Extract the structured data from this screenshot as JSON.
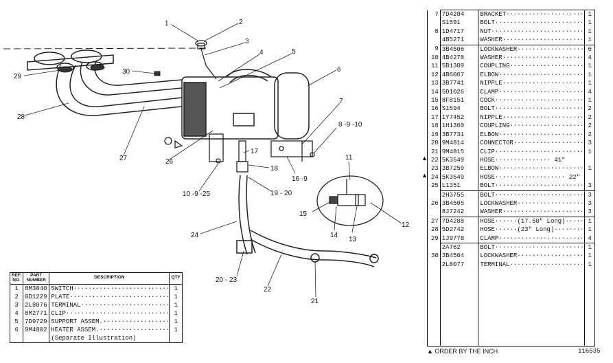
{
  "callouts": [
    {
      "label": "1"
    },
    {
      "label": "2"
    },
    {
      "label": "3"
    },
    {
      "label": "4"
    },
    {
      "label": "5"
    },
    {
      "label": "6"
    },
    {
      "label": "7"
    },
    {
      "label": "8 -9 -10"
    },
    {
      "label": "11"
    },
    {
      "label": "12"
    },
    {
      "label": "13"
    },
    {
      "label": "14"
    },
    {
      "label": "15"
    },
    {
      "label": "16 -9"
    },
    {
      "label": "17"
    },
    {
      "label": "18"
    },
    {
      "label": "19 - 20"
    },
    {
      "label": "20 - 23"
    },
    {
      "label": "21"
    },
    {
      "label": "22"
    },
    {
      "label": "24"
    },
    {
      "label": "10 -9 -25"
    },
    {
      "label": "26"
    },
    {
      "label": "27"
    },
    {
      "label": "28"
    },
    {
      "label": "29"
    },
    {
      "label": "30"
    }
  ],
  "table1": {
    "headers": {
      "ref": "REF. NO.",
      "part": "PART NUMBER",
      "desc": "DESCRIPTION",
      "qty": "QTY"
    },
    "rows": [
      {
        "ref": "1",
        "part": "8M3840",
        "desc": "SWITCH·······························",
        "qty": "1"
      },
      {
        "ref": "2",
        "part": "8D1229",
        "desc": "PLATE································",
        "qty": "1"
      },
      {
        "ref": "3",
        "part": "2L8076",
        "desc": "TERMINAL·····························",
        "qty": "1"
      },
      {
        "ref": "4",
        "part": "8M2771",
        "desc": "CLIP·································",
        "qty": "1"
      },
      {
        "ref": "5",
        "part": "7D9729",
        "desc": "SUPPORT ASSEM.·······················",
        "qty": "1"
      },
      {
        "ref": "6",
        "part": "9M4802",
        "desc": "HEATER ASSEM.························",
        "qty": "1"
      }
    ],
    "note": "(Separate Illustration)"
  },
  "table2": {
    "rows": [
      {
        "ref": "7",
        "part": "7D4284",
        "desc": "BRACKET······················",
        "qty": "1",
        "grp": true
      },
      {
        "ref": "",
        "part": "S1591",
        "desc": "BOLT·························",
        "qty": "1"
      },
      {
        "ref": "8",
        "part": "1D4717",
        "desc": "NUT··························",
        "qty": "1"
      },
      {
        "ref": "",
        "part": "4B5271",
        "desc": "WASHER·······················",
        "qty": "1"
      },
      {
        "ref": "9",
        "part": "3B4506",
        "desc": "LOCKWASHER···················",
        "qty": "6",
        "grp": true
      },
      {
        "ref": "10",
        "part": "4B4278",
        "desc": "WASHER·······················",
        "qty": "4"
      },
      {
        "ref": "11",
        "part": "5B1309",
        "desc": "COUPLING·····················",
        "qty": "1"
      },
      {
        "ref": "12",
        "part": "4B6067",
        "desc": "ELBOW························",
        "qty": "1"
      },
      {
        "ref": "13",
        "part": "3B7741",
        "desc": "NIPPLE·······················",
        "qty": "1"
      },
      {
        "ref": "14",
        "part": "5D1026",
        "desc": "CLAMP························",
        "qty": "4"
      },
      {
        "ref": "15",
        "part": "8F8151",
        "desc": "COCK·························",
        "qty": "1"
      },
      {
        "ref": "16",
        "part": "S1594",
        "desc": "BOLT·························",
        "qty": "2"
      },
      {
        "ref": "17",
        "part": "1Y7452",
        "desc": "NIPPLE·······················",
        "qty": "2"
      },
      {
        "ref": "18",
        "part": "1H1360",
        "desc": "COUPLING·····················",
        "qty": "2"
      },
      {
        "ref": "19",
        "part": "3B7731",
        "desc": "ELBOW························",
        "qty": "2"
      },
      {
        "ref": "20",
        "part": "9M4814",
        "desc": "CONNECTOR····················",
        "qty": "3"
      },
      {
        "ref": "21",
        "part": "9M4815",
        "desc": "CLIP·························",
        "qty": "1"
      },
      {
        "ref": "22",
        "part": "5K3549",
        "desc": "HOSE··············· 41\"",
        "qty": "",
        "mark": "▲"
      },
      {
        "ref": "23",
        "part": "3B7259",
        "desc": "ELBOW························",
        "qty": "1"
      },
      {
        "ref": "24",
        "part": "5K3549",
        "desc": "HOSE··················· 22\"",
        "qty": "",
        "mark": "▲"
      },
      {
        "ref": "25",
        "part": "L1351",
        "desc": "BOLT·························",
        "qty": "3"
      },
      {
        "ref": "",
        "part": "2H3755",
        "desc": "BOLT·························",
        "qty": "3",
        "grp": true
      },
      {
        "ref": "26",
        "part": "3B4505",
        "desc": "LOCKWASHER···················",
        "qty": "3"
      },
      {
        "ref": "",
        "part": "8J7242",
        "desc": "WASHER·······················",
        "qty": "3"
      },
      {
        "ref": "27",
        "part": "7D4288",
        "desc": "HOSE······(17.50\" Long)·····",
        "qty": "1",
        "grp": true
      },
      {
        "ref": "28",
        "part": "5D2742",
        "desc": "HOSE······(23\" Long)········",
        "qty": "1"
      },
      {
        "ref": "29",
        "part": "1J9778",
        "desc": "CLAMP························",
        "qty": "4"
      },
      {
        "ref": "",
        "part": "2A762",
        "desc": "BOLT·························",
        "qty": "1",
        "grp": true
      },
      {
        "ref": "30",
        "part": "3B4504",
        "desc": "LOCKWASHER···················",
        "qty": "1"
      },
      {
        "ref": "",
        "part": "2L8077",
        "desc": "TERMINAL·····················",
        "qty": "1"
      }
    ],
    "footer": "▲ ORDER BY THE INCH",
    "figure": "116535"
  }
}
